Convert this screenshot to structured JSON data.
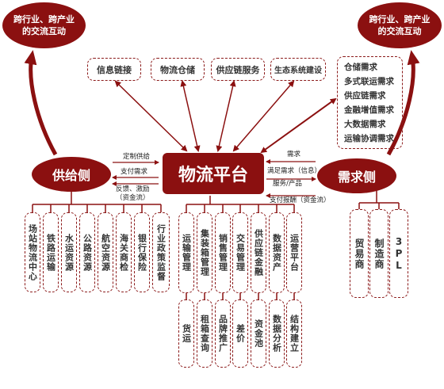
{
  "left_top_ellipse": {
    "line1": "跨行业、跨产业",
    "line2": "的交流互动"
  },
  "right_top_ellipse": {
    "line1": "跨行业、跨产业",
    "line2": "的交流互动"
  },
  "top_boxes": [
    "信息链接",
    "物流仓储",
    "供应链服务",
    "生态系统建设"
  ],
  "needs_list": [
    "仓储需求",
    "多式联运需求",
    "供应链需求",
    "金融增值需求",
    "大数据需求",
    "运输协调需求"
  ],
  "supply_side": "供给侧",
  "platform": "物流平台",
  "demand_side": "需求侧",
  "left_labels": {
    "custom": "定制供给",
    "pay_demand": "支付需求",
    "feedback": "反馈、激励",
    "capital": "（资金流）"
  },
  "right_labels": {
    "demand": "需求",
    "satisfy": "满足需求（信息）",
    "service": "服务/产品",
    "pay_return": "支付报酬（资金流）"
  },
  "supply_items": [
    "场站物流中心",
    "铁路运输",
    "水运资源",
    "公路资源",
    "航空资源",
    "海关商检",
    "银行保险",
    "行业政策监督"
  ],
  "platform_top": [
    "运输管理",
    "集装箱管理",
    "销售管理",
    "交易管理",
    "供应链金融",
    "数据资产",
    "运营平台"
  ],
  "platform_bottom": [
    "货运",
    "租箱查询",
    "品牌推广",
    "差价",
    "资金池",
    "数据分析",
    "结构建立"
  ],
  "demand_items": [
    "贸易商",
    "制造商",
    "3PL"
  ]
}
